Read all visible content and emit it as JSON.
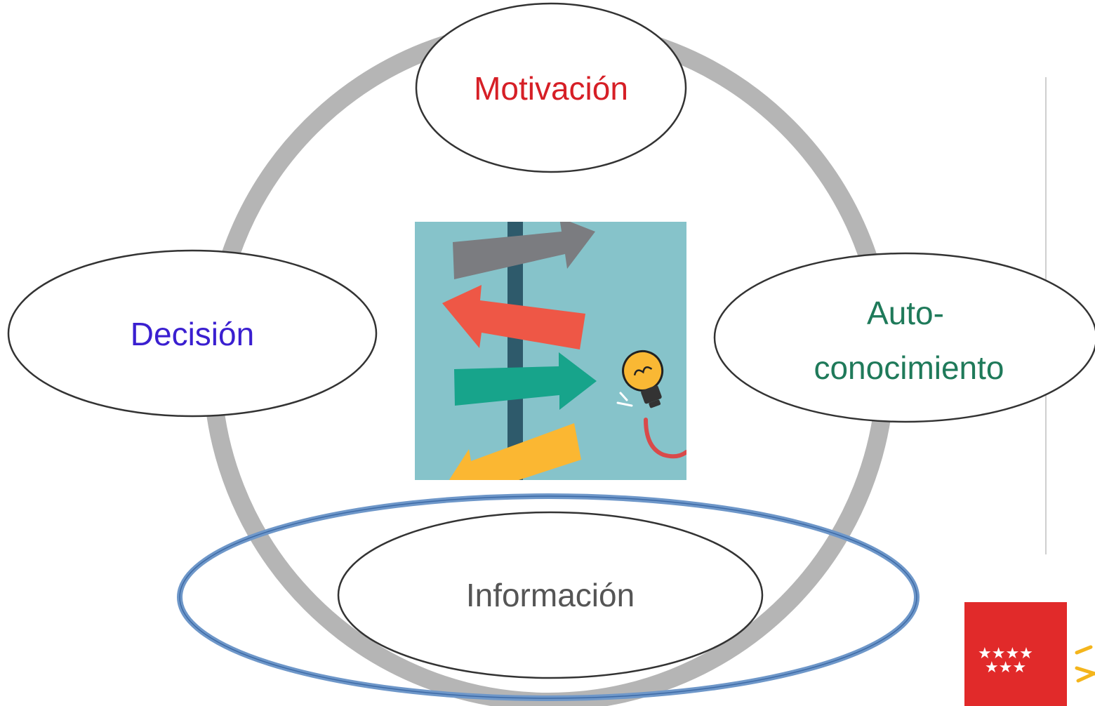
{
  "diagram": {
    "nodes": [
      {
        "id": "motivacion",
        "lines": [
          "Motivación"
        ],
        "color": "#d61f26"
      },
      {
        "id": "decision",
        "lines": [
          "Decisión"
        ],
        "color": "#3a1fd0"
      },
      {
        "id": "autoconocimiento",
        "lines": [
          "Auto-",
          "conocimiento"
        ],
        "color": "#1f7a5a"
      },
      {
        "id": "informacion",
        "lines": [
          "Información"
        ],
        "color": "#555555"
      }
    ],
    "highlight": {
      "target": "informacion",
      "color": "#6e97c9"
    },
    "cycle_color": "#b5b5b5"
  },
  "illustration": {
    "description_icon": "signpost-arrows-lightbulb-icon",
    "background": "#86c3ca",
    "post_color": "#2e5a6b",
    "arrow_colors": [
      "#7b7c80",
      "#ee5746",
      "#17a48b",
      "#fbb732"
    ],
    "bulb_color": "#f9b834",
    "cord_color": "#d94a4a"
  },
  "logo": {
    "icon": "comunidad-de-madrid-logo",
    "background": "#e12a2a",
    "accent": "#f4b51c"
  }
}
